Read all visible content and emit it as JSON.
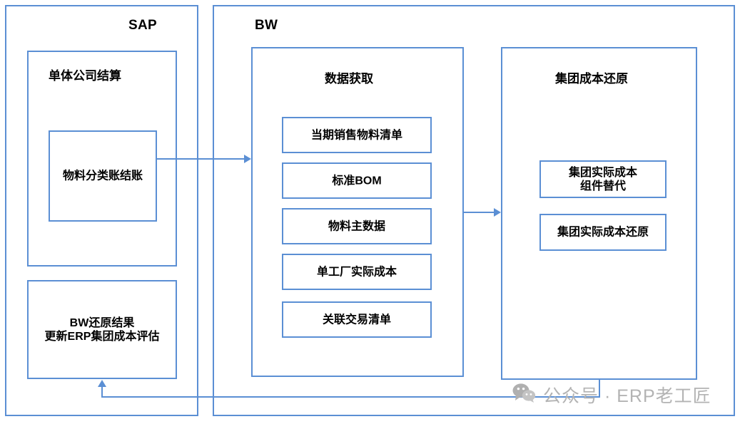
{
  "diagram": {
    "title_sap": "SAP",
    "title_bw": "BW",
    "sap": {
      "settlement_panel_title": "单体公司结算",
      "settlement_inner_box": "物料分类账结账",
      "result_box": "BW还原结果\n更新ERP集团成本评估"
    },
    "bw": {
      "acquisition_panel_title": "数据获取",
      "acquisition_items": [
        "当期销售物料清单",
        "标准BOM",
        "物料主数据",
        "单工厂实际成本",
        "关联交易清单"
      ],
      "restoration_panel_title": "集团成本还原",
      "restoration_items": [
        "集团实际成本\n组件替代",
        "集团实际成本还原"
      ]
    }
  },
  "watermark": {
    "icon": "wechat-icon",
    "text": "公众号 · ERP老工匠"
  },
  "colors": {
    "border_blue": "#5b8fd4",
    "text_black": "#000000",
    "watermark_gray": "#b3b3b3",
    "background": "#ffffff"
  }
}
